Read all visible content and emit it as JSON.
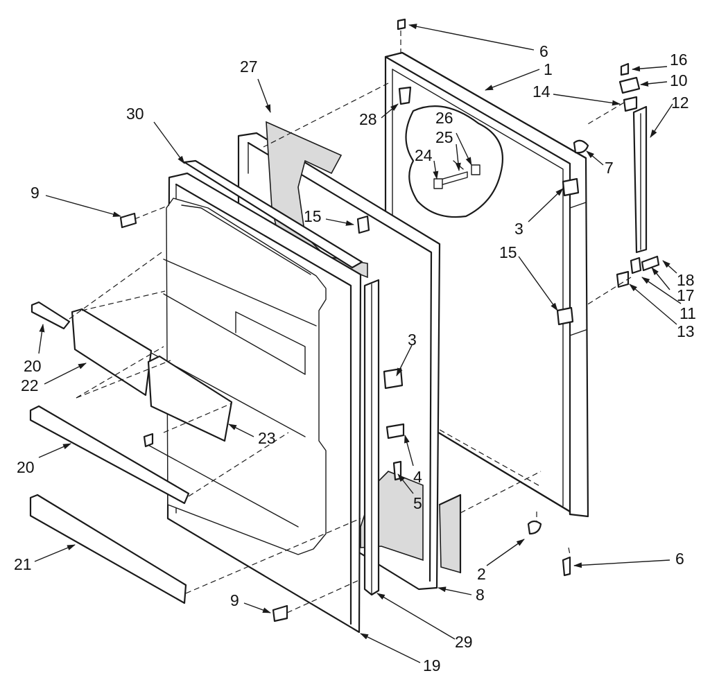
{
  "callouts": [
    {
      "id": "c6a",
      "text": "6"
    },
    {
      "id": "c1",
      "text": "1"
    },
    {
      "id": "c16",
      "text": "16"
    },
    {
      "id": "c10",
      "text": "10"
    },
    {
      "id": "c14",
      "text": "14"
    },
    {
      "id": "c12",
      "text": "12"
    },
    {
      "id": "c27",
      "text": "27"
    },
    {
      "id": "c28",
      "text": "28"
    },
    {
      "id": "c26",
      "text": "26"
    },
    {
      "id": "c25",
      "text": "25"
    },
    {
      "id": "c24",
      "text": "24"
    },
    {
      "id": "c30",
      "text": "30"
    },
    {
      "id": "c7",
      "text": "7"
    },
    {
      "id": "c9a",
      "text": "9"
    },
    {
      "id": "c15a",
      "text": "15"
    },
    {
      "id": "c3a",
      "text": "3"
    },
    {
      "id": "c15b",
      "text": "15"
    },
    {
      "id": "c18",
      "text": "18"
    },
    {
      "id": "c17",
      "text": "17"
    },
    {
      "id": "c11",
      "text": "11"
    },
    {
      "id": "c13",
      "text": "13"
    },
    {
      "id": "c20a",
      "text": "20"
    },
    {
      "id": "c22",
      "text": "22"
    },
    {
      "id": "c3b",
      "text": "3"
    },
    {
      "id": "c23",
      "text": "23"
    },
    {
      "id": "c20b",
      "text": "20"
    },
    {
      "id": "c4",
      "text": "4"
    },
    {
      "id": "c5",
      "text": "5"
    },
    {
      "id": "c21",
      "text": "21"
    },
    {
      "id": "c2",
      "text": "2"
    },
    {
      "id": "c6b",
      "text": "6"
    },
    {
      "id": "c8",
      "text": "8"
    },
    {
      "id": "c9b",
      "text": "9"
    },
    {
      "id": "c29",
      "text": "29"
    },
    {
      "id": "c19",
      "text": "19"
    }
  ]
}
